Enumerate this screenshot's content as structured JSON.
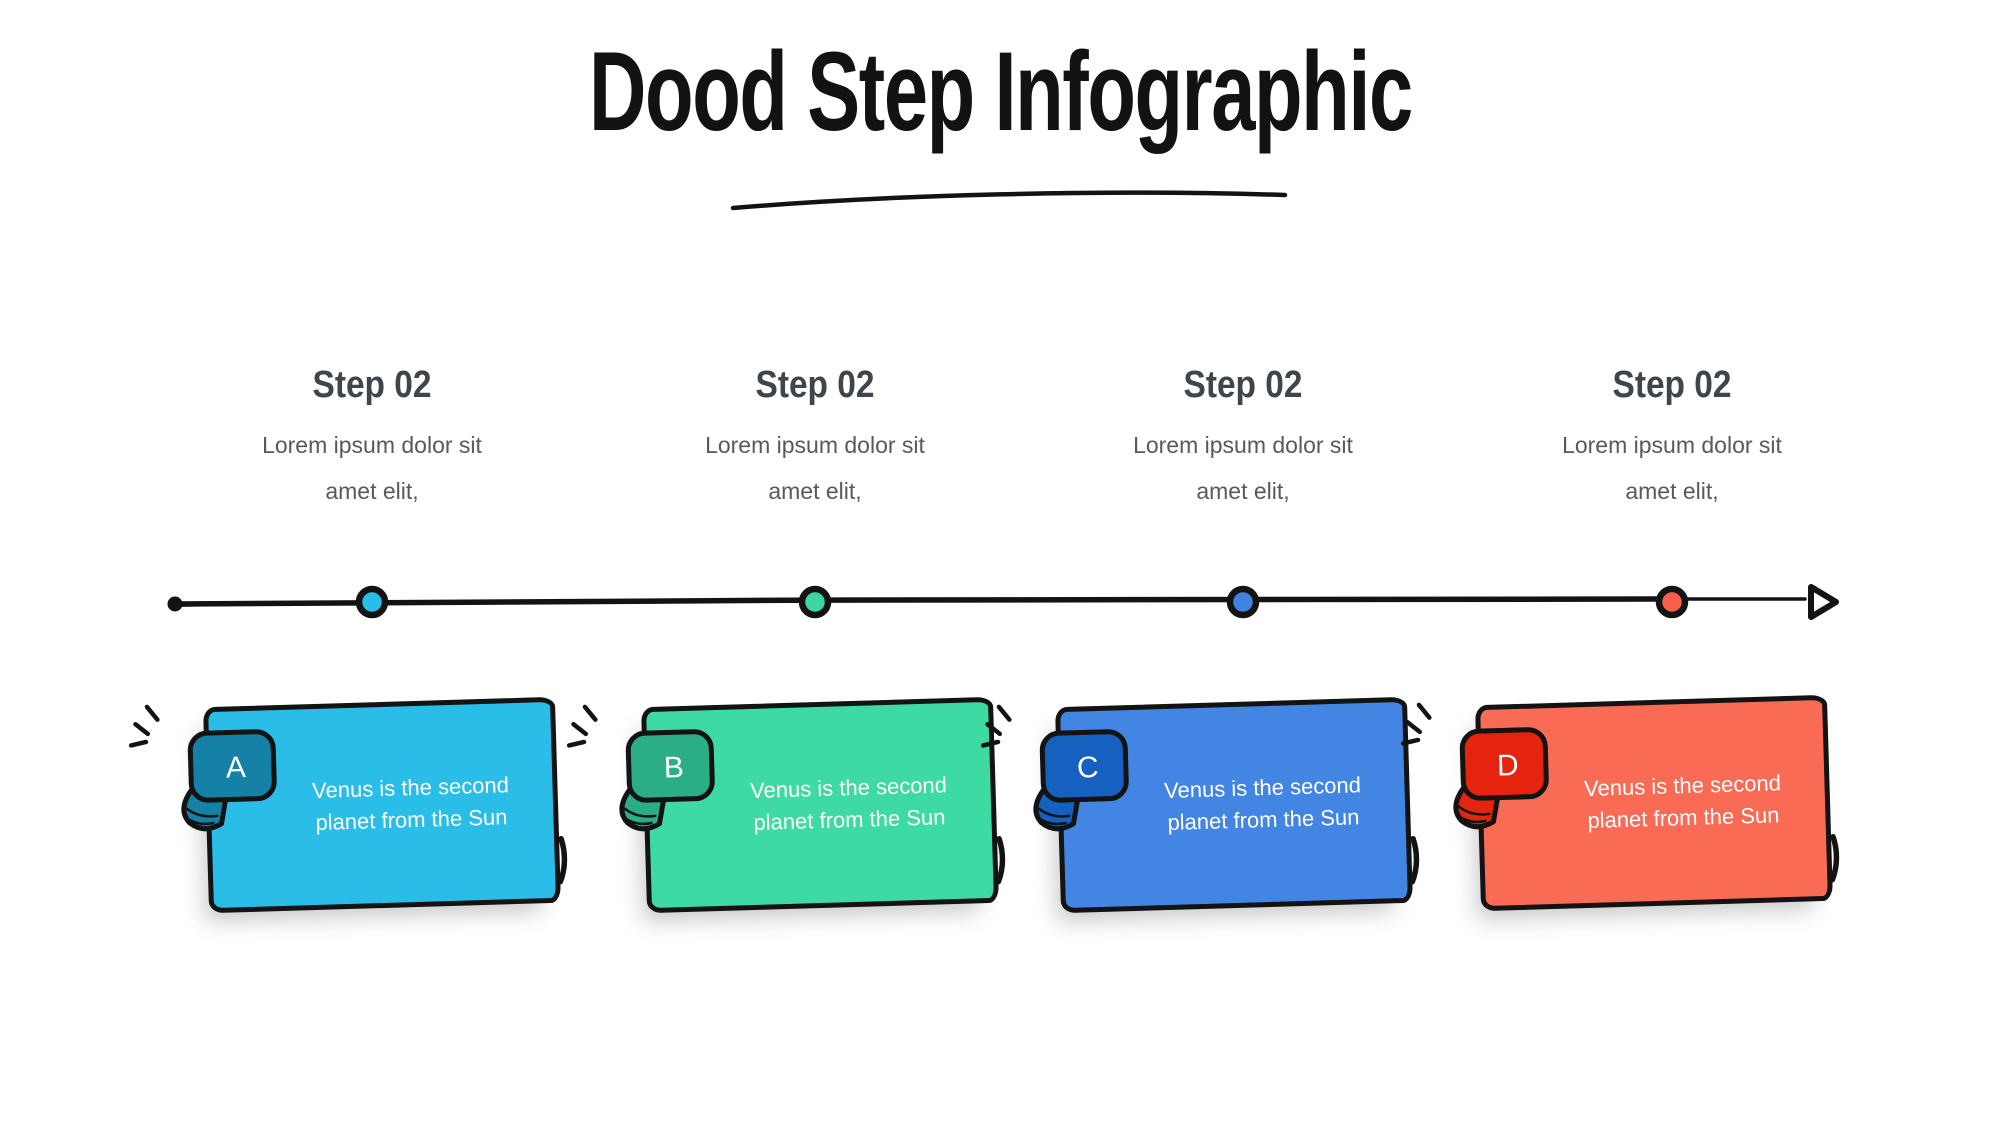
{
  "title": {
    "text": "Dood Step Infographic"
  },
  "colors": {
    "background": "#FFFFFF",
    "ink": "#131313",
    "title_text": "#121212",
    "step_title": "#3F464B",
    "step_subtitle": "#595959",
    "card_text": "#FFFFFF"
  },
  "icons": {
    "timeline_start": "small-black-dot",
    "timeline_end": "open-triangle-arrow",
    "badge_decoration": "sparkle-rays",
    "card_side_mark": "vertical-dash"
  },
  "steps": [
    {
      "badge_letter": "A",
      "title": "Step 02",
      "subtitle": [
        "Lorem ipsum dolor sit",
        "amet elit,"
      ],
      "card_text": "Venus is the second planet from the Sun",
      "dot_color": "#29BDE8",
      "card_color": "#29BDE8",
      "badge_color": "#1581A6"
    },
    {
      "badge_letter": "B",
      "title": "Step 02",
      "subtitle": [
        "Lorem ipsum dolor sit",
        "amet elit,"
      ],
      "card_text": "Venus is the second planet from the Sun",
      "dot_color": "#3DD6A0",
      "card_color": "#3EDAA4",
      "badge_color": "#2BAE87"
    },
    {
      "badge_letter": "C",
      "title": "Step 02",
      "subtitle": [
        "Lorem ipsum dolor sit",
        "amet elit,"
      ],
      "card_text": "Venus is the second planet from the Sun",
      "dot_color": "#3F82E0",
      "card_color": "#4385E3",
      "badge_color": "#1660C0"
    },
    {
      "badge_letter": "D",
      "title": "Step 02",
      "subtitle": [
        "Lorem ipsum dolor sit",
        "amet elit,"
      ],
      "card_text": "Venus is the second planet from the Sun",
      "dot_color": "#F95F4B",
      "card_color": "#F96B55",
      "badge_color": "#E5230E"
    }
  ]
}
